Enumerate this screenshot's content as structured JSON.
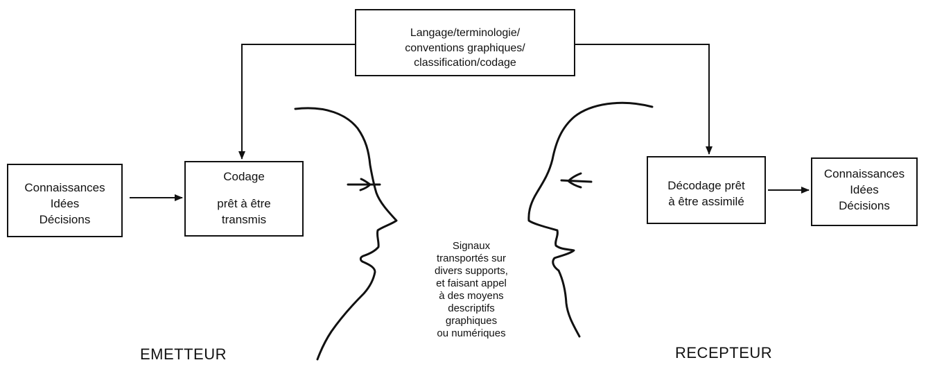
{
  "diagram": {
    "top_box": {
      "lines": [
        "Langage/terminologie/",
        "conventions graphiques/",
        "classification/codage"
      ]
    },
    "left_box": {
      "lines": [
        "Connaissances",
        "Idées",
        "Décisions"
      ]
    },
    "codage_box": {
      "line1": "Codage",
      "line2": "prêt à être",
      "line3": "transmis"
    },
    "decodage_box": {
      "lines": [
        "Décodage prêt",
        "à être assimilé"
      ]
    },
    "right_box": {
      "lines": [
        "Connaissances",
        "Idées",
        "Décisions"
      ]
    },
    "signals_text": {
      "lines": [
        "Signaux",
        "transportés sur",
        "divers supports,",
        "et faisant appel",
        "à des moyens",
        "descriptifs",
        "graphiques",
        "ou numériques"
      ]
    },
    "emitter_label": "EMETTEUR",
    "receiver_label": "RECEPTEUR",
    "colors": {
      "ink": "#111111",
      "background": "#ffffff"
    }
  }
}
